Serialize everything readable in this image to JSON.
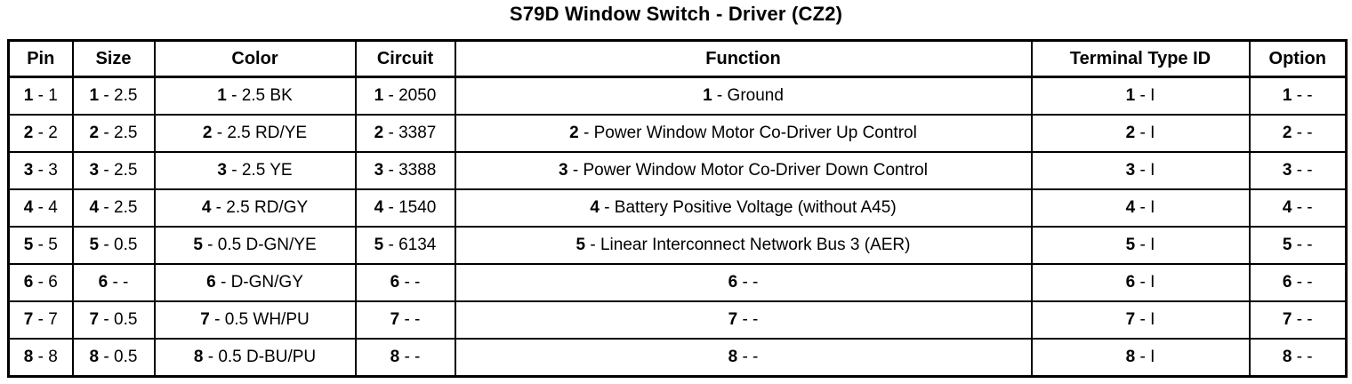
{
  "title": "S79D Window Switch - Driver (CZ2)",
  "table": {
    "columns": [
      "Pin",
      "Size",
      "Color",
      "Circuit",
      "Function",
      "Terminal Type ID",
      "Option"
    ],
    "separator": " - ",
    "rows": [
      {
        "num": "1",
        "pin": "1",
        "size": "2.5",
        "color": "2.5 BK",
        "circuit": "2050",
        "function": "Ground",
        "terminal": "I",
        "option": "-"
      },
      {
        "num": "2",
        "pin": "2",
        "size": "2.5",
        "color": "2.5 RD/YE",
        "circuit": "3387",
        "function": "Power Window Motor Co-Driver Up Control",
        "terminal": "I",
        "option": "-"
      },
      {
        "num": "3",
        "pin": "3",
        "size": "2.5",
        "color": "2.5 YE",
        "circuit": "3388",
        "function": "Power Window Motor Co-Driver Down Control",
        "terminal": "I",
        "option": "-"
      },
      {
        "num": "4",
        "pin": "4",
        "size": "2.5",
        "color": "2.5 RD/GY",
        "circuit": "1540",
        "function": "Battery Positive Voltage (without A45)",
        "terminal": "I",
        "option": "-"
      },
      {
        "num": "5",
        "pin": "5",
        "size": "0.5",
        "color": "0.5 D-GN/YE",
        "circuit": "6134",
        "function": "Linear Interconnect Network Bus 3 (AER)",
        "terminal": "I",
        "option": "-"
      },
      {
        "num": "6",
        "pin": "6",
        "size": "-",
        "color": "D-GN/GY",
        "circuit": "-",
        "function": "-",
        "terminal": "I",
        "option": "-"
      },
      {
        "num": "7",
        "pin": "7",
        "size": "0.5",
        "color": "0.5 WH/PU",
        "circuit": "-",
        "function": "-",
        "terminal": "I",
        "option": "-"
      },
      {
        "num": "8",
        "pin": "8",
        "size": "0.5",
        "color": "0.5 D-BU/PU",
        "circuit": "-",
        "function": "-",
        "terminal": "I",
        "option": "-"
      }
    ]
  }
}
